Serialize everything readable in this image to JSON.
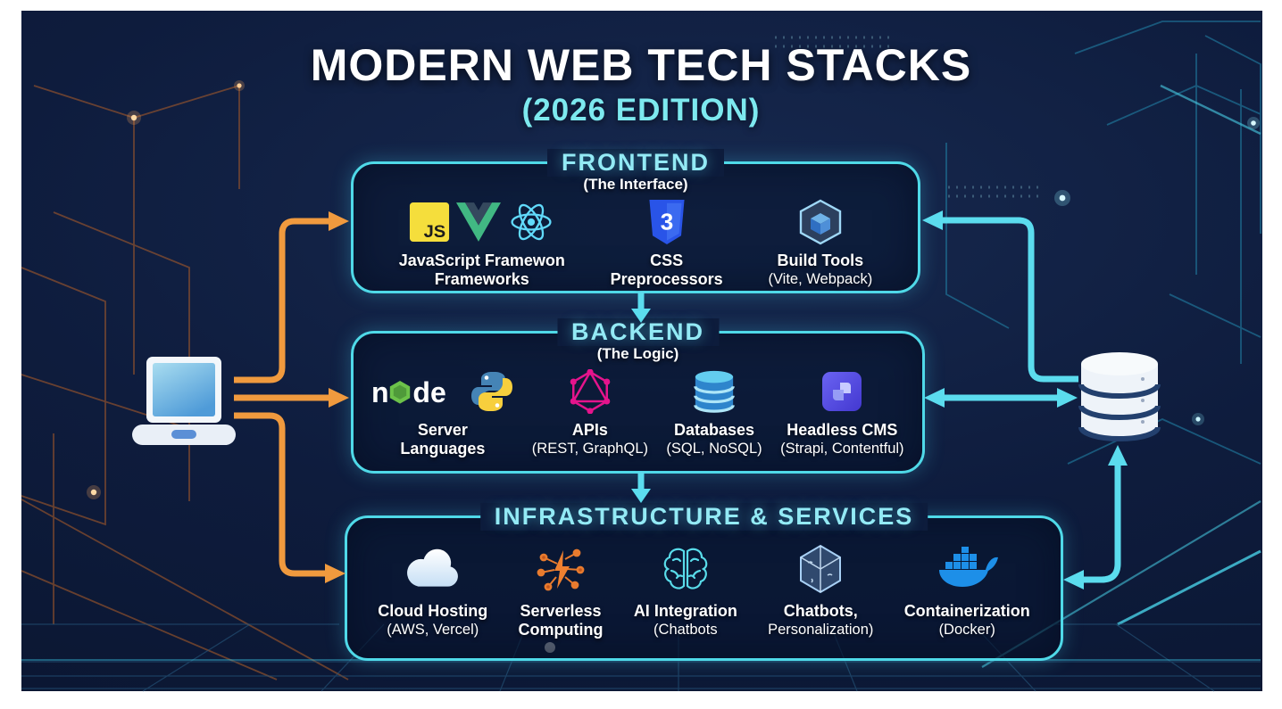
{
  "title": "MODERN WEB TECH STACKS",
  "edition": "(2026 EDITION)",
  "sections": [
    {
      "id": "frontend",
      "title": "FRONTEND",
      "tagline": "(The Interface)",
      "items": [
        {
          "name": "javascript-frameworks",
          "line1": "JavaScript Framewon",
          "line2": "Frameworks",
          "icons": [
            "javascript-icon",
            "vuejs-icon",
            "react-icon"
          ]
        },
        {
          "name": "css-preprocessors",
          "line1": "CSS",
          "line2": "Preprocessors",
          "icons": [
            "css3-icon"
          ]
        },
        {
          "name": "build-tools",
          "line1": "Build Tools",
          "line2": "(Vite, Webpack)",
          "icons": [
            "webpack-icon"
          ]
        }
      ]
    },
    {
      "id": "backend",
      "title": "BACKEND",
      "tagline": "(The Logic)",
      "items": [
        {
          "name": "server-languages",
          "line1": "Server",
          "line2": "Languages",
          "icons": [
            "nodejs-icon",
            "python-icon"
          ]
        },
        {
          "name": "apis",
          "line1": "APIs",
          "line2": "(REST, GraphQL)",
          "icons": [
            "graphql-icon"
          ]
        },
        {
          "name": "databases",
          "line1": "Databases",
          "line2": "(SQL, NoSQL)",
          "icons": [
            "database-cylinder-icon"
          ]
        },
        {
          "name": "headless-cms",
          "line1": "Headless CMS",
          "line2": "(Strapi, Contentful)",
          "icons": [
            "strapi-icon"
          ]
        }
      ]
    },
    {
      "id": "infrastructure",
      "title": "INFRASTRUCTURE & SERVICES",
      "tagline": "",
      "items": [
        {
          "name": "cloud-hosting",
          "line1": "Cloud Hosting",
          "line2": "(AWS, Vercel)",
          "icons": [
            "cloud-icon"
          ]
        },
        {
          "name": "serverless-computing",
          "line1": "Serverless",
          "line2": "Computing",
          "icons": [
            "serverless-icon"
          ]
        },
        {
          "name": "ai-integration",
          "line1": "AI Integration",
          "line2": "(Chatbots",
          "icons": [
            "ai-brain-icon"
          ]
        },
        {
          "name": "chatbots-personalization",
          "line1": "Chatbots,",
          "line2": "Personalization)",
          "icons": [
            "chatbot-cube-icon"
          ]
        },
        {
          "name": "containerization",
          "line1": "Containerization",
          "line2": "(Docker)",
          "icons": [
            "docker-icon"
          ]
        }
      ]
    }
  ],
  "diagram": {
    "left_node": "laptop-client",
    "right_node": "database-storage",
    "flows": [
      {
        "from": "laptop-client",
        "to": "frontend",
        "color": "#f09a3e"
      },
      {
        "from": "laptop-client",
        "to": "backend",
        "color": "#f09a3e"
      },
      {
        "from": "laptop-client",
        "to": "infrastructure",
        "color": "#f09a3e"
      },
      {
        "from": "frontend",
        "to": "backend",
        "color": "#5bdcee"
      },
      {
        "from": "backend",
        "to": "infrastructure",
        "color": "#5bdcee"
      },
      {
        "from": "database-storage",
        "to": "frontend",
        "color": "#5bdcee"
      },
      {
        "from": "backend",
        "to": "database-storage",
        "color": "#5bdcee",
        "bidirectional": true
      },
      {
        "from": "infrastructure",
        "to": "database-storage",
        "color": "#5bdcee",
        "bidirectional": true
      }
    ]
  },
  "colors": {
    "background": "#0d1c3a",
    "frame": "#ffffff",
    "box_border": "#4fd9e8",
    "section_title": "#93eaf5",
    "title": "#ffffff",
    "edition": "#7de9ef",
    "arrow_orange": "#f09a3e",
    "arrow_cyan": "#5bdcee",
    "label": "#ffffff"
  }
}
